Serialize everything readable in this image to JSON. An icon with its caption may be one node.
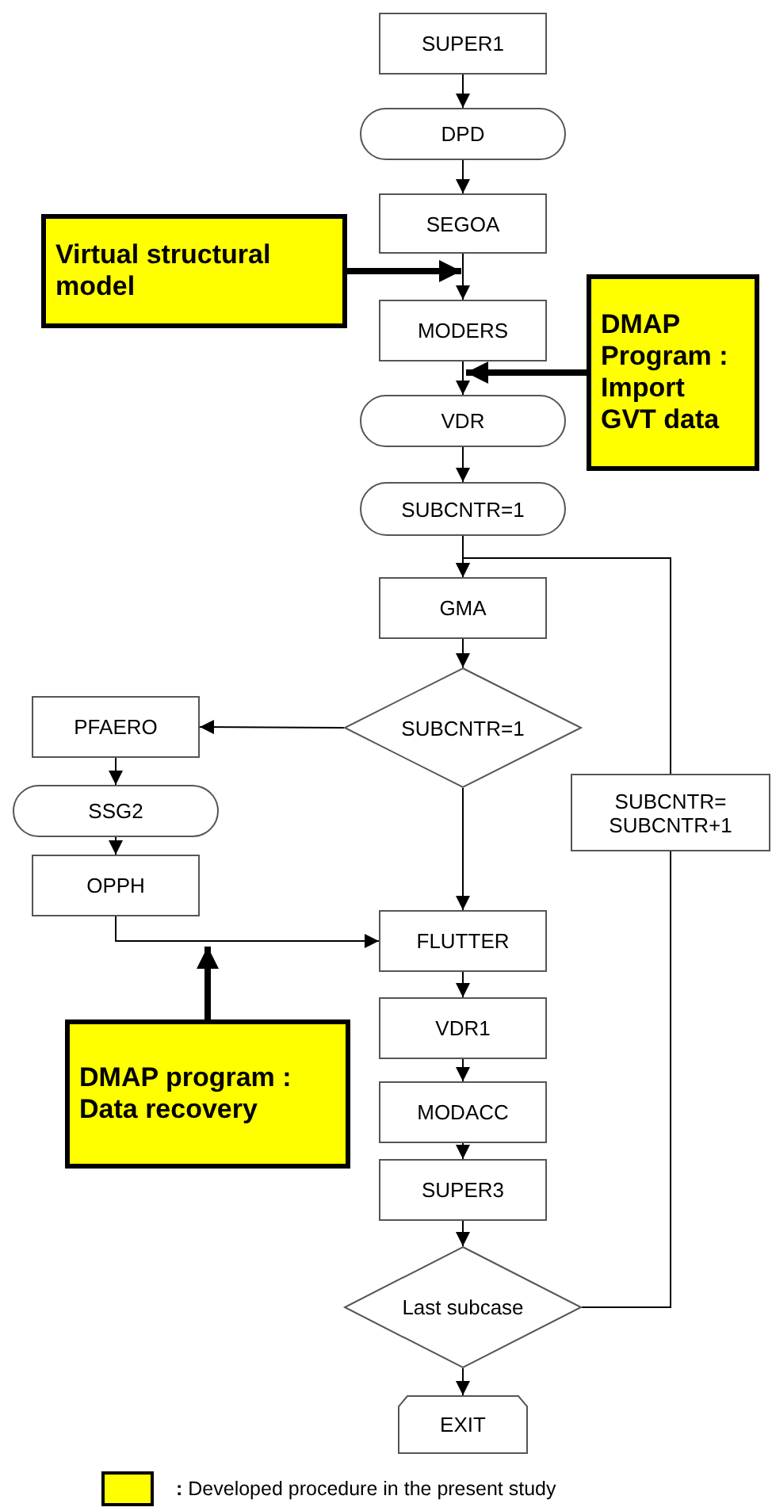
{
  "diagram": {
    "nodes": [
      {
        "text": [
          "SUPER1"
        ]
      },
      {
        "text": [
          "DPD"
        ]
      },
      {
        "text": [
          "SEGOA"
        ]
      },
      {
        "text": [
          "Virtual structural model"
        ]
      },
      {
        "text": [
          "MODERS"
        ]
      },
      {
        "text": [
          "DMAP Program : Import GVT data"
        ]
      },
      {
        "text": [
          "VDR"
        ]
      },
      {
        "text": [
          "SUBCNTR=1"
        ]
      },
      {
        "text": [
          "GMA"
        ]
      },
      {
        "text": [
          "SUBCNTR=1"
        ]
      },
      {
        "text": [
          "PFAERO"
        ]
      },
      {
        "text": [
          "SSG2"
        ]
      },
      {
        "text": [
          "OPPH"
        ]
      },
      {
        "text": [
          "SUBCNTR= SUBCNTR+1"
        ]
      },
      {
        "text": [
          "FLUTTER"
        ]
      },
      {
        "text": [
          "DMAP program : Data recovery"
        ]
      },
      {
        "text": [
          "VDR1"
        ]
      },
      {
        "text": [
          "MODACC"
        ]
      },
      {
        "text": [
          "SUPER3"
        ]
      },
      {
        "text": [
          "Last subcase"
        ]
      },
      {
        "text": [
          "EXIT"
        ]
      }
    ],
    "edges": [
      {
        "from": 0,
        "to": 1,
        "arrow": "to"
      },
      {
        "from": 1,
        "to": 2,
        "arrow": "to"
      },
      {
        "from": 2,
        "to": 4,
        "arrow": "to"
      },
      {
        "from": 3,
        "to": 2,
        "arrow": "to",
        "style": "thick"
      },
      {
        "from": 4,
        "to": 6,
        "arrow": "to"
      },
      {
        "from": 5,
        "to": 4,
        "arrow": "to",
        "style": "thick"
      },
      {
        "from": 6,
        "to": 7,
        "arrow": "to"
      },
      {
        "from": 7,
        "to": 8,
        "arrow": "to"
      },
      {
        "from": 13,
        "to": 8,
        "arrow": "to"
      },
      {
        "from": 8,
        "to": 9,
        "arrow": "to"
      },
      {
        "from": 9,
        "to": 10,
        "arrow": "to"
      },
      {
        "from": 10,
        "to": 11,
        "arrow": "to"
      },
      {
        "from": 11,
        "to": 12,
        "arrow": "to"
      },
      {
        "from": 12,
        "to": 14,
        "arrow": "to"
      },
      {
        "from": 9,
        "to": 14,
        "arrow": "to"
      },
      {
        "from": 15,
        "to": 12,
        "arrow": "to",
        "style": "thick"
      },
      {
        "from": 14,
        "to": 16,
        "arrow": "to"
      },
      {
        "from": 16,
        "to": 17,
        "arrow": "to"
      },
      {
        "from": 17,
        "to": 18,
        "arrow": "to"
      },
      {
        "from": 18,
        "to": 19,
        "arrow": "to"
      },
      {
        "from": 19,
        "to": 20,
        "arrow": "to"
      },
      {
        "from": 19,
        "to": 13,
        "arrow": "none"
      }
    ],
    "legend": [
      {
        "text": "**:** Developed procedure in the present study",
        "color": "#ffff00"
      }
    ]
  }
}
